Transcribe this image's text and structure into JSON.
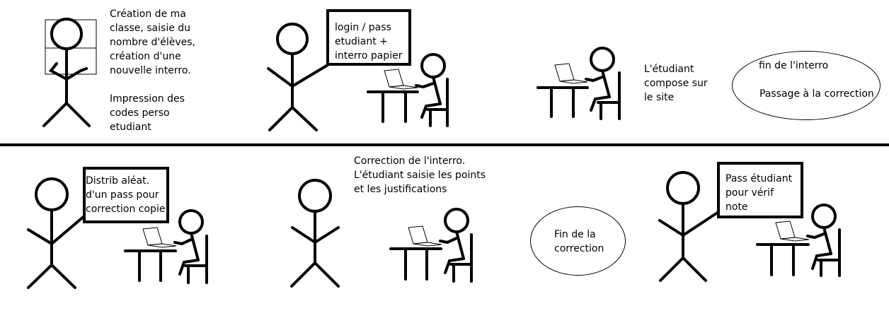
{
  "colors": {
    "ink": "#000000",
    "background": "#ffffff"
  },
  "top_row": {
    "step1": {
      "text": "Création de ma\nclasse, saisie du\nnombre d'élèves,\ncréation d'une\nnouvelle interro.\n\nImpression des\ncodes perso\netudiant"
    },
    "step2": {
      "board_text": "login / pass\netudiant +\ninterro papier"
    },
    "step3": {
      "text": "L'étudiant\ncompose sur\nle site"
    },
    "step4": {
      "line1": "fin de l'interro",
      "line2": "Passage à la correction"
    }
  },
  "bottom_row": {
    "step5": {
      "board_text": "Distrib aléat.\nd'un pass pour\ncorrection copie"
    },
    "step6": {
      "text": "Correction de l'interro.\nL'étudiant saisie les points\net les justifications"
    },
    "step7": {
      "text": "Fin de la\ncorrection"
    },
    "step8": {
      "board_text": "Pass étudiant\npour vérif\nnote"
    }
  }
}
